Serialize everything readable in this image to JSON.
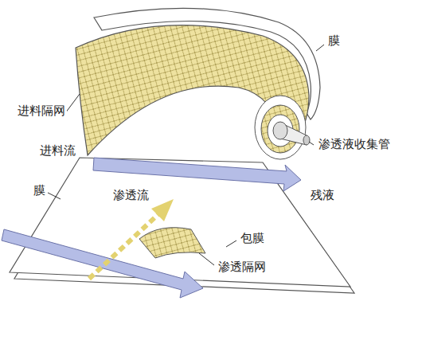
{
  "diagram": {
    "labels": [
      "膜",
      "进料隔网",
      "渗透液收集管",
      "进料流",
      "残液",
      "膜",
      "渗透流",
      "包膜",
      "渗透隔网"
    ]
  }
}
